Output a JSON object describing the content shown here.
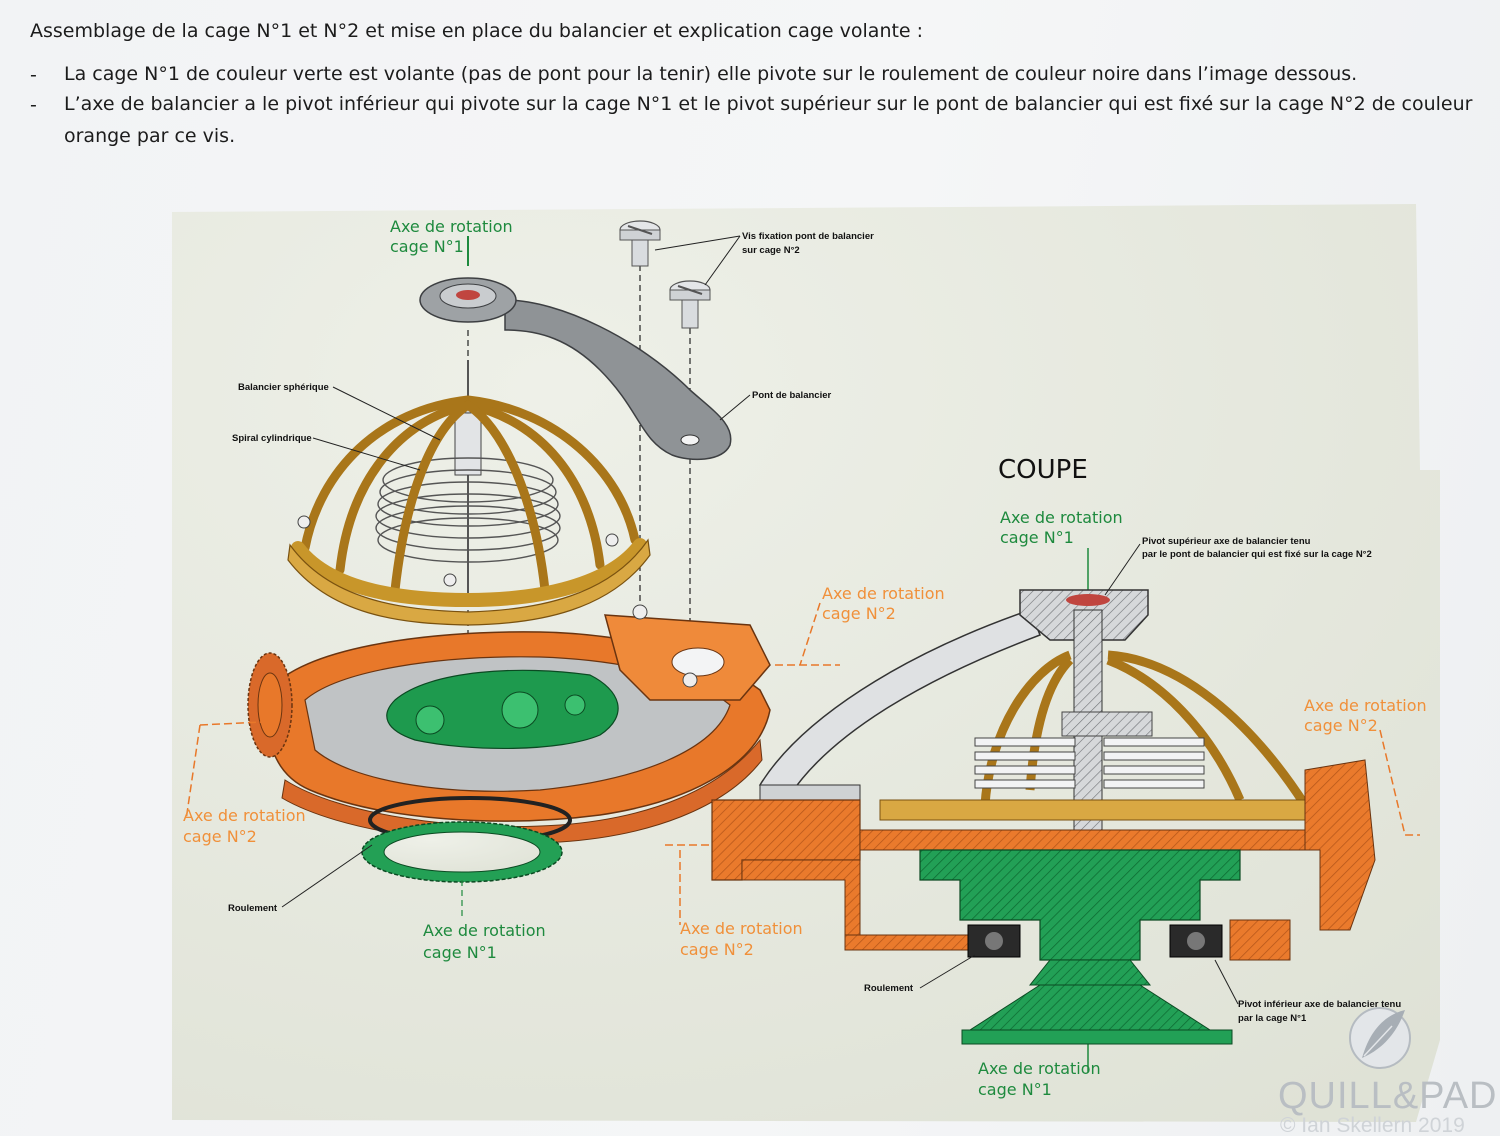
{
  "document": {
    "heading": "Assemblage de la cage N°1 et N°2 et mise en place du balancier et explication cage volante :",
    "bullets": [
      {
        "dash": "-",
        "text": "La cage N°1 de couleur verte est volante (pas de pont pour la tenir) elle pivote sur le roulement de couleur noire dans l’image dessous."
      },
      {
        "dash": "-",
        "text": "L’axe de balancier a le pivot inférieur qui pivote sur la cage N°1 et le pivot supérieur sur le pont de balancier qui est fixé sur la cage N°2 de couleur orange par ce vis."
      }
    ]
  },
  "diagram": {
    "exploded": {
      "axis_cage1_top": {
        "line1": "Axe de rotation",
        "line2": "cage N°1"
      },
      "axis_cage1_bottom": {
        "line1": "Axe de rotation",
        "line2": "cage N°1"
      },
      "axis_cage2_right": {
        "line1": "Axe de rotation",
        "line2": "cage N°2"
      },
      "axis_cage2_left": {
        "line1": "Axe de rotation",
        "line2": "cage N°2"
      },
      "screws_label": {
        "line1": "Vis fixation pont de balancier",
        "line2": "sur cage N°2"
      },
      "balance_label": "Balancier sphérique",
      "spiral_label": "Spiral cylindrique",
      "bridge_label": "Pont de balancier",
      "bearing_label": "Roulement"
    },
    "section": {
      "title": "COUPE",
      "axis_cage1_top": {
        "line1": "Axe de rotation",
        "line2": "cage N°1"
      },
      "axis_cage2_right": {
        "line1": "Axe de rotation",
        "line2": "cage N°2"
      },
      "axis_cage2_left": {
        "line1": "Axe de rotation",
        "line2": "cage N°2"
      },
      "axis_cage1_bottom": {
        "line1": "Axe de rotation",
        "line2": "cage N°1"
      },
      "upper_pivot_label": {
        "line1": "Pivot supérieur axe de balancier tenu",
        "line2": "par le pont de balancier qui est fixé sur la cage N°2"
      },
      "bearing_label": "Roulement",
      "lower_pivot_label": {
        "line1": "Pivot inférieur axe de balancier tenu",
        "line2": "par la cage N°1"
      }
    },
    "colors": {
      "cage1_green": "#1e9a4e",
      "cage2_orange": "#e8782a",
      "balance_gold": "#c8962a",
      "bridge_grey": "#8a8e92",
      "label_green": "#1e8a3e",
      "label_orange": "#f0903a"
    }
  },
  "watermark": {
    "brand": "QUILL&PAD",
    "credit": "© Ian Skellern 2019",
    "icon": "quill-nib-icon"
  }
}
